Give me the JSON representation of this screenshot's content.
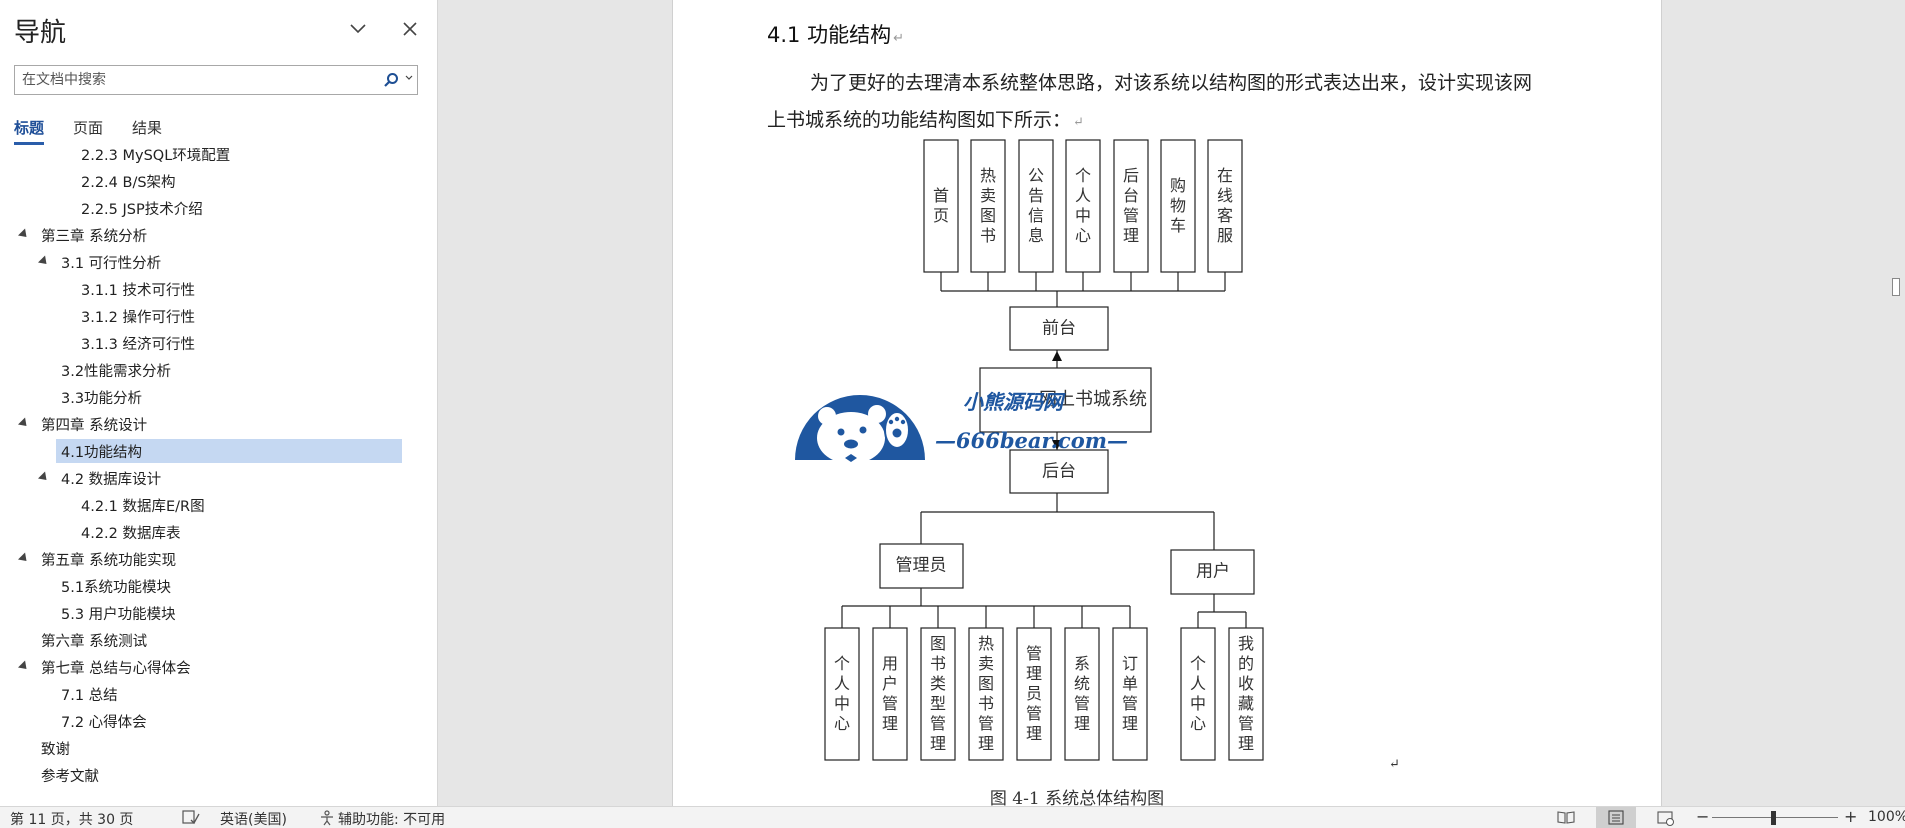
{
  "nav": {
    "title": "导航",
    "search_placeholder": "在文档中搜索",
    "tabs": [
      "标题",
      "页面",
      "结果"
    ],
    "tree": [
      {
        "label": "2.2.3 MySQL环境配置",
        "level": 3
      },
      {
        "label": "2.2.4 B/S架构",
        "level": 3
      },
      {
        "label": "2.2.5 JSP技术介绍",
        "level": 3
      },
      {
        "label": "第三章 系统分析",
        "level": 1,
        "expanded": true
      },
      {
        "label": "3.1 可行性分析",
        "level": 2,
        "expanded": true
      },
      {
        "label": "3.1.1 技术可行性",
        "level": 3
      },
      {
        "label": "3.1.2 操作可行性",
        "level": 3
      },
      {
        "label": "3.1.3 经济可行性",
        "level": 3
      },
      {
        "label": "3.2性能需求分析",
        "level": 2
      },
      {
        "label": "3.3功能分析",
        "level": 2
      },
      {
        "label": "第四章 系统设计",
        "level": 1,
        "expanded": true
      },
      {
        "label": "4.1功能结构",
        "level": 2,
        "selected": true
      },
      {
        "label": "4.2 数据库设计",
        "level": 2,
        "expanded": true
      },
      {
        "label": "4.2.1 数据库E/R图",
        "level": 3
      },
      {
        "label": "4.2.2 数据库表",
        "level": 3
      },
      {
        "label": "第五章 系统功能实现",
        "level": 1,
        "expanded": true
      },
      {
        "label": "5.1系统功能模块",
        "level": 2
      },
      {
        "label": "5.3 用户功能模块",
        "level": 2
      },
      {
        "label": "第六章 系统测试",
        "level": 1
      },
      {
        "label": "第七章 总结与心得体会",
        "level": 1,
        "expanded": true
      },
      {
        "label": "7.1 总结",
        "level": 2
      },
      {
        "label": "7.2 心得体会",
        "level": 2
      },
      {
        "label": "致谢",
        "level": 1
      },
      {
        "label": "参考文献",
        "level": 1
      }
    ]
  },
  "document": {
    "heading": "4.1 功能结构",
    "para_line1": "为了更好的去理清本系统整体思路，对该系统以结构图的形式表达出来，设计实现该网",
    "para_line2": "上书城系统的功能结构图如下所示：",
    "caption": "图 4-1 系统总体结构图",
    "diagram": {
      "frontend_modules": [
        "首页",
        "热卖图书",
        "公告信息",
        "个人中心",
        "后台管理",
        "购物车",
        "在线客服"
      ],
      "frontend": "前台",
      "system": "网上书城系统",
      "backend": "后台",
      "admin": "管理员",
      "user": "用户",
      "admin_modules": [
        "个人中心",
        "用户管理",
        "图书类型管理",
        "热卖图书管理",
        "管理员管理",
        "系统管理",
        "订单管理"
      ],
      "user_modules": [
        "个人中心",
        "我的收藏管理"
      ]
    },
    "watermark": {
      "title": "小熊源码网",
      "url": "—666bear.com—"
    }
  },
  "status": {
    "page_info": "第 11 页，共 30 页",
    "language": "英语(美国)",
    "accessibility": "辅助功能: 不可用",
    "zoom": "100%"
  },
  "colors": {
    "selected_row": "#c5d8f2",
    "tab_accent": "#2a5daa",
    "watermark": "#1f57a0"
  }
}
